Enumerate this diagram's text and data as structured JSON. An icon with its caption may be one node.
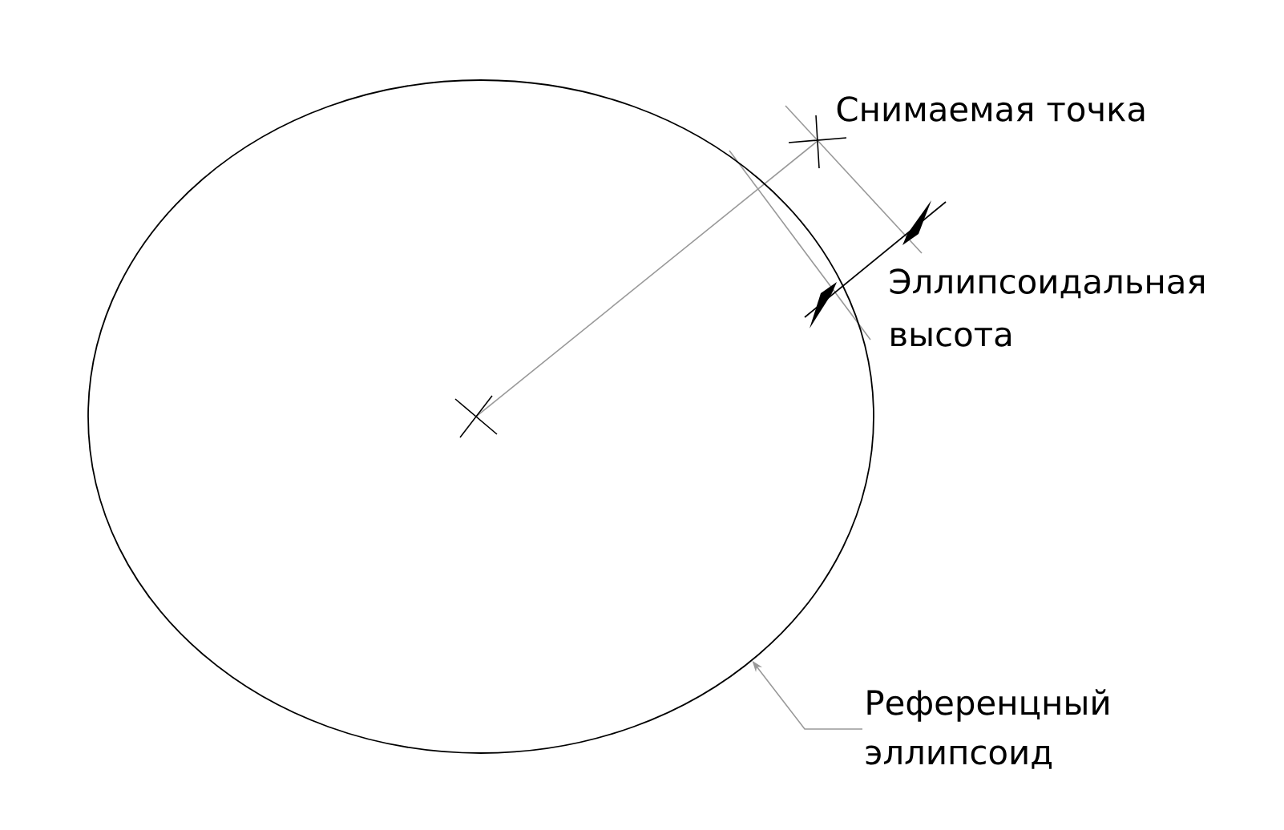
{
  "diagram": {
    "nodes": [
      {
        "text": [],
        "shape": "ellipse"
      },
      {
        "text": [
          "Референцный эллипсоид"
        ]
      }
    ],
    "edges": [
      {
        "from": 1,
        "to": 0,
        "arrow": "to",
        "color": "#999999"
      }
    ],
    "labels": [
      "Снимаемая точка",
      "Эллипсоидальная высота"
    ]
  }
}
